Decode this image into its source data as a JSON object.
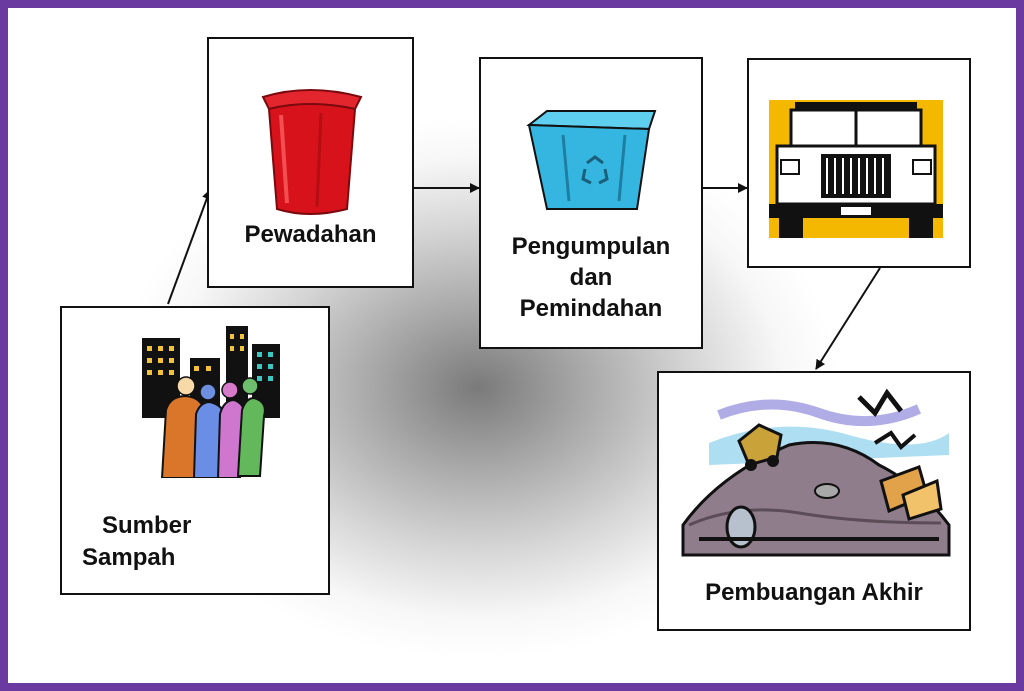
{
  "diagram": {
    "nodes": {
      "sumber": {
        "line1": "Sumber",
        "line2": "Sampah",
        "icon": "crowd-city-icon"
      },
      "pewadahan": {
        "label": "Pewadahan",
        "icon": "red-bin-icon"
      },
      "pengumpulan": {
        "line1": "Pengumpulan",
        "line2": "dan",
        "line3": "Pemindahan",
        "icon": "recycle-bin-icon"
      },
      "truck": {
        "icon": "truck-icon"
      },
      "pembuangan": {
        "label": "Pembuangan Akhir",
        "icon": "landfill-icon"
      }
    },
    "edges": [
      {
        "from": "Sumber Sampah",
        "to": "Pewadahan"
      },
      {
        "from": "Pewadahan",
        "to": "Pengumpulan dan Pemindahan"
      },
      {
        "from": "Pengumpulan dan Pemindahan",
        "to": "truck"
      },
      {
        "from": "truck",
        "to": "Pembuangan Akhir"
      }
    ],
    "colors": {
      "frame": "#6a3aa0",
      "bin": "#d8121b",
      "recycle_bin": "#35b6e0",
      "truck_bg": "#f5b800"
    }
  }
}
